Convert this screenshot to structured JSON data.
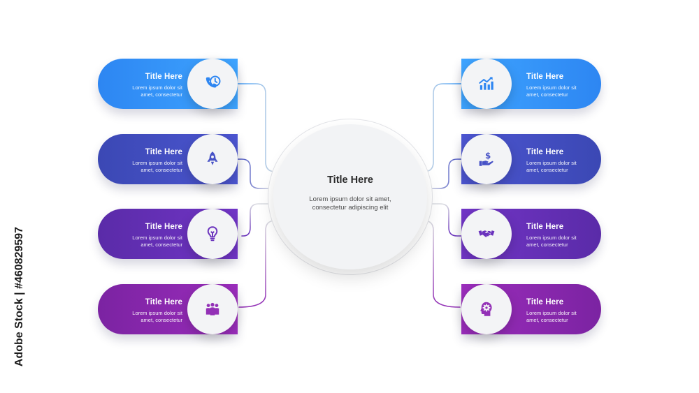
{
  "center": {
    "title": "Title Here",
    "body": "Lorem ipsum dolor sit amet, consectetur adipiscing elit"
  },
  "items_left": [
    {
      "title": "Title Here",
      "body": "Lorem ipsum dolor sit amet, consectetur",
      "color_start": "#2d86f2",
      "color_end": "#3ea4ff",
      "icon": "phone-clock-icon"
    },
    {
      "title": "Title Here",
      "body": "Lorem ipsum dolor sit amet, consectetur",
      "color_start": "#3b48b4",
      "color_end": "#4c55d0",
      "icon": "rocket-icon"
    },
    {
      "title": "Title Here",
      "body": "Lorem ipsum dolor sit amet, consectetur",
      "color_start": "#5a2ba8",
      "color_end": "#7135c6",
      "icon": "lightbulb-icon"
    },
    {
      "title": "Title Here",
      "body": "Lorem ipsum dolor sit amet, consectetur",
      "color_start": "#7b23a2",
      "color_end": "#9a2dbb",
      "icon": "team-icon"
    }
  ],
  "items_right": [
    {
      "title": "Title Here",
      "body": "Lorem ipsum dolor sit amet, consectetur",
      "color_start": "#3ea4ff",
      "color_end": "#2d86f2",
      "icon": "growth-chart-icon"
    },
    {
      "title": "Title Here",
      "body": "Lorem ipsum dolor sit amet, consectetur",
      "color_start": "#4c55d0",
      "color_end": "#3b48b4",
      "icon": "money-hand-icon"
    },
    {
      "title": "Title Here",
      "body": "Lorem ipsum dolor sit amet, consectetur",
      "color_start": "#7135c6",
      "color_end": "#5a2ba8",
      "icon": "handshake-icon"
    },
    {
      "title": "Title Here",
      "body": "Lorem ipsum dolor sit amet, consectetur",
      "color_start": "#9a2dbb",
      "color_end": "#7b23a2",
      "icon": "head-gear-icon"
    }
  ],
  "stock_id": "Adobe Stock | #460829597"
}
